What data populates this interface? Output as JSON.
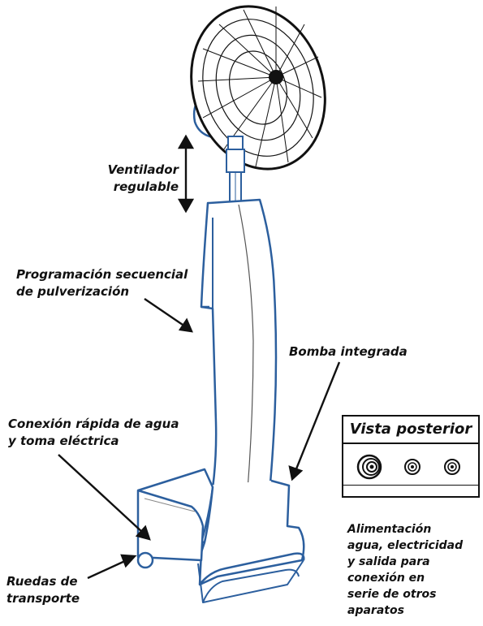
{
  "labels": {
    "ventilador": "Ventilador\nregulable",
    "programacion": "Programación secuencial\nde pulverización",
    "bomba": "Bomba integrada",
    "conexion": "Conexión rápida de agua\ny toma eléctrica",
    "ruedas": "Ruedas de\ntransporte",
    "alimentacion": "Alimentación\nagua, electricidad\ny salida para\nconexión en\nserie de otros\naparatos"
  },
  "rear_view": {
    "title": "Vista posterior",
    "connectors": [
      "water-inlet-connector",
      "electric-socket-connector",
      "series-outlet-connector"
    ]
  },
  "colors": {
    "outline_blue": "#2c5f9e",
    "line": "#111111"
  }
}
